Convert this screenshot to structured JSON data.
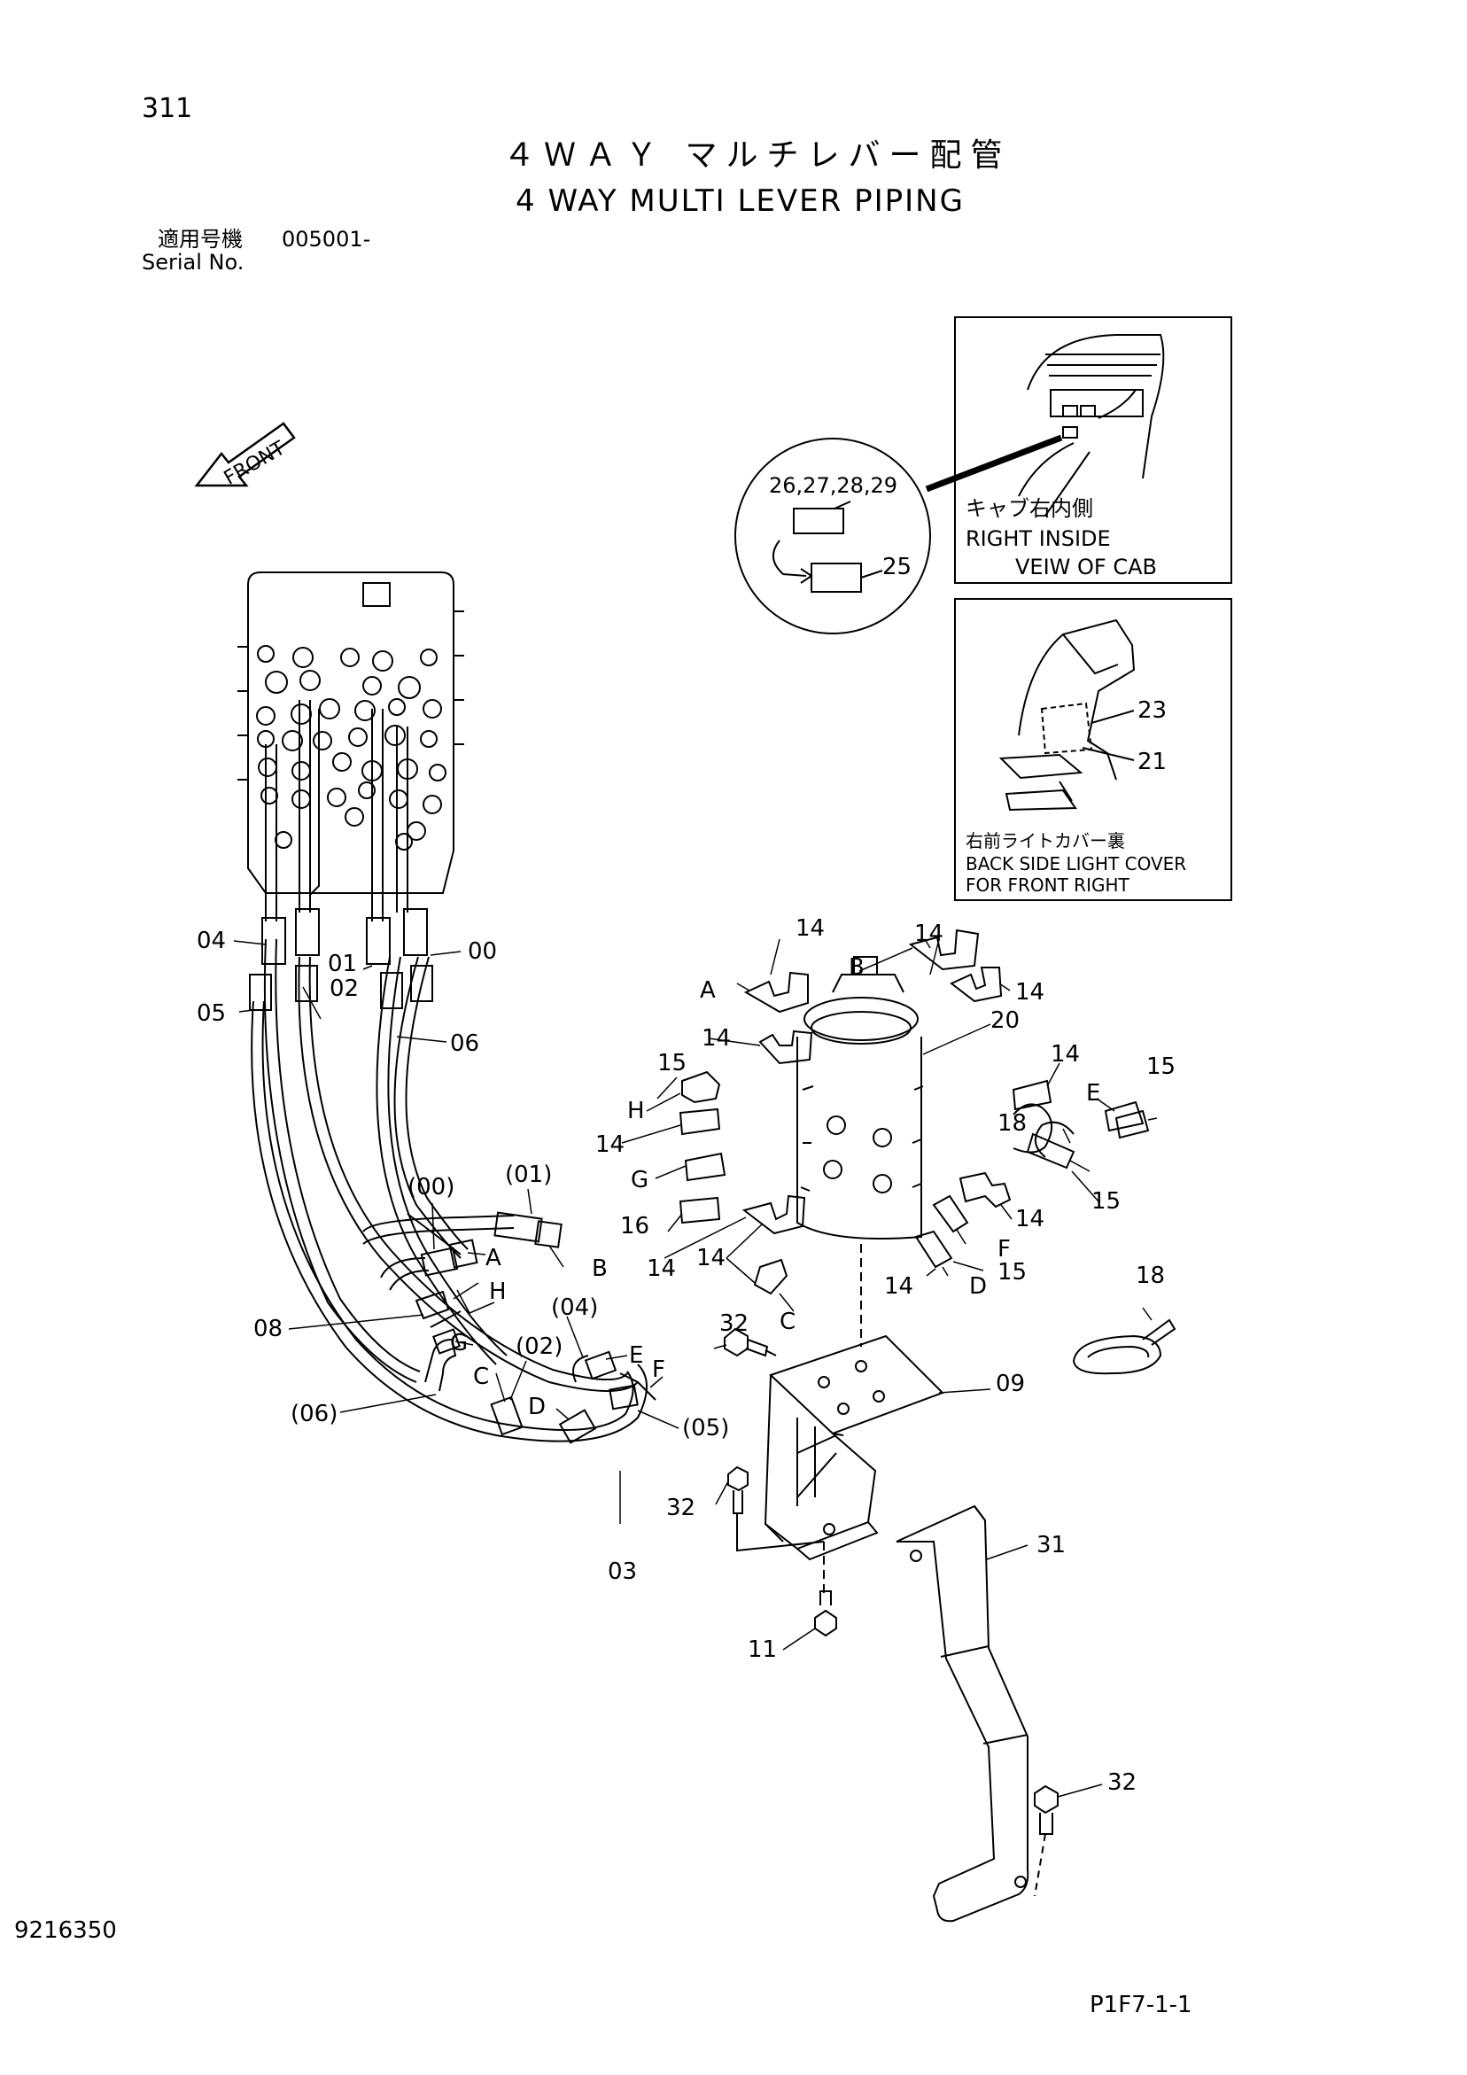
{
  "page": {
    "page_number": "311",
    "title_jp": "４ＷＡＹ マルチレバー配管",
    "title_en": "4 WAY MULTI LEVER PIPING",
    "serial_label_jp": "適用号機",
    "serial_value": "005001-",
    "serial_label_en": "Serial No.",
    "doc_number": "9216350",
    "figure_code": "P1F7-1-1"
  },
  "diagram": {
    "front_label": "FRONT",
    "inset_cab": {
      "caption_jp": "キャブ右内側",
      "caption_en_1": "RIGHT  INSIDE",
      "caption_en_2": "VEIW  OF  CAB"
    },
    "inset_cover": {
      "caption_jp": "右前ライトカバー裏",
      "caption_en_1": "BACK SIDE LIGHT COVER",
      "caption_en_2": "FOR FRONT RIGHT"
    },
    "callouts": {
      "c_26_29": "26,27,28,29",
      "c_25": "25",
      "c_23": "23",
      "c_21": "21",
      "c_04": "04",
      "c_05": "05",
      "c_01": "01",
      "c_02": "02",
      "c_00": "00",
      "c_06": "06",
      "c_p00": "(00)",
      "c_p01": "(01)",
      "c_08": "08",
      "c_p04": "(04)",
      "c_p02": "(02)",
      "c_p06": "(06)",
      "c_p05": "(05)",
      "c_03": "03",
      "c_14a": "14",
      "c_14b": "14",
      "c_14c": "14",
      "c_14d": "14",
      "c_14e": "14",
      "c_14f": "14",
      "c_14g": "14",
      "c_14h": "14",
      "c_14i": "14",
      "c_14j": "14",
      "c_15a": "15",
      "c_15b": "15",
      "c_15c": "15",
      "c_15d": "15",
      "c_16": "16",
      "c_18a": "18",
      "c_18b": "18",
      "c_20": "20",
      "c_09": "09",
      "c_31": "31",
      "c_32a": "32",
      "c_32b": "32",
      "c_32c": "32",
      "c_11": "11"
    },
    "port_letters": {
      "A1": "A",
      "B1": "B",
      "H1": "H",
      "G1": "G",
      "C1": "C",
      "D1": "D",
      "E1": "E",
      "F1": "F",
      "A2": "A",
      "B2": "B",
      "H2": "H",
      "G2": "G",
      "C2": "C",
      "D2": "D",
      "E2": "E",
      "F2": "F"
    }
  }
}
